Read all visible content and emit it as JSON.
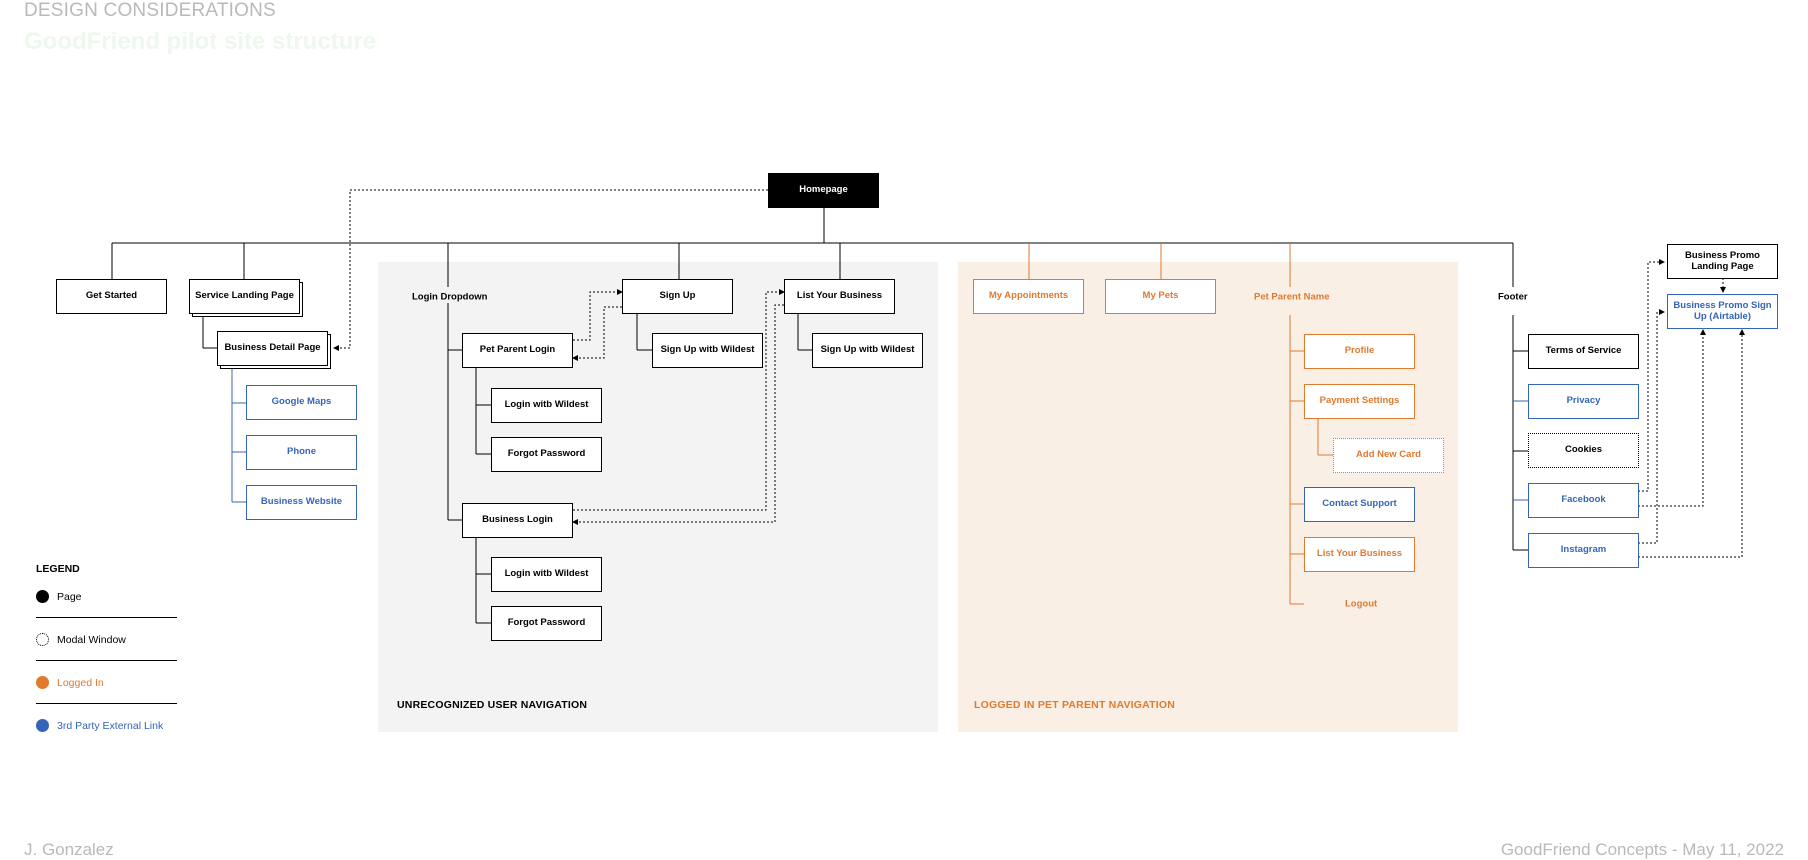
{
  "header": {
    "section_title": "DESIGN CONSIDERATIONS",
    "page_title": "GoodFriend pilot site structure"
  },
  "footer": {
    "author": "J. Gonzalez",
    "credit": "GoodFriend Concepts - May 11, 2022"
  },
  "colors": {
    "page": "#000000",
    "logged_in": "#e07a2f",
    "external_link": "#3565b8",
    "grey_zone": "#f3f3f3",
    "orange_zone": "#faefe5"
  },
  "zones": {
    "unrecognized": "UNRECOGNIZED USER NAVIGATION",
    "logged_in": "LOGGED IN PET PARENT NAVIGATION"
  },
  "nodes": {
    "homepage": "Homepage",
    "get_started": "Get Started",
    "service_landing": "Service Landing Page",
    "business_detail": "Business Detail Page",
    "google_maps": "Google Maps",
    "phone": "Phone",
    "business_website": "Business Website",
    "login_dropdown": "Login Dropdown",
    "pet_parent_login": "Pet Parent Login",
    "pp_login_wildest": "Login witb Wildest",
    "pp_forgot": "Forgot Password",
    "business_login": "Business Login",
    "bl_login_wildest": "Login witb Wildest",
    "bl_forgot": "Forgot Password",
    "sign_up": "Sign Up",
    "sign_up_wildest": "Sign Up witb Wildest",
    "list_your_business": "List Your Business",
    "lyb_sign_up_wildest": "Sign Up witb Wildest",
    "my_appointments": "My Appointments",
    "my_pets": "My Pets",
    "pet_parent_name": "Pet Parent Name",
    "profile": "Profile",
    "payment_settings": "Payment Settings",
    "add_new_card": "Add New Card",
    "contact_support": "Contact Support",
    "pp_list_your_business": "List Your Business",
    "logout": "Logout",
    "footer": "Footer",
    "terms": "Terms of Service",
    "privacy": "Privacy",
    "cookies": "Cookies",
    "facebook": "Facebook",
    "instagram": "Instagram",
    "promo_landing": "Business Promo Landing Page",
    "promo_signup": "Business Promo Sign Up (Airtable)"
  },
  "legend": {
    "title": "LEGEND",
    "items": [
      {
        "label": "Page",
        "style": "page"
      },
      {
        "label": "Modal Window",
        "style": "modal"
      },
      {
        "label": "Logged In",
        "style": "logged_in"
      },
      {
        "label": "3rd Party External Link",
        "style": "external"
      }
    ]
  }
}
